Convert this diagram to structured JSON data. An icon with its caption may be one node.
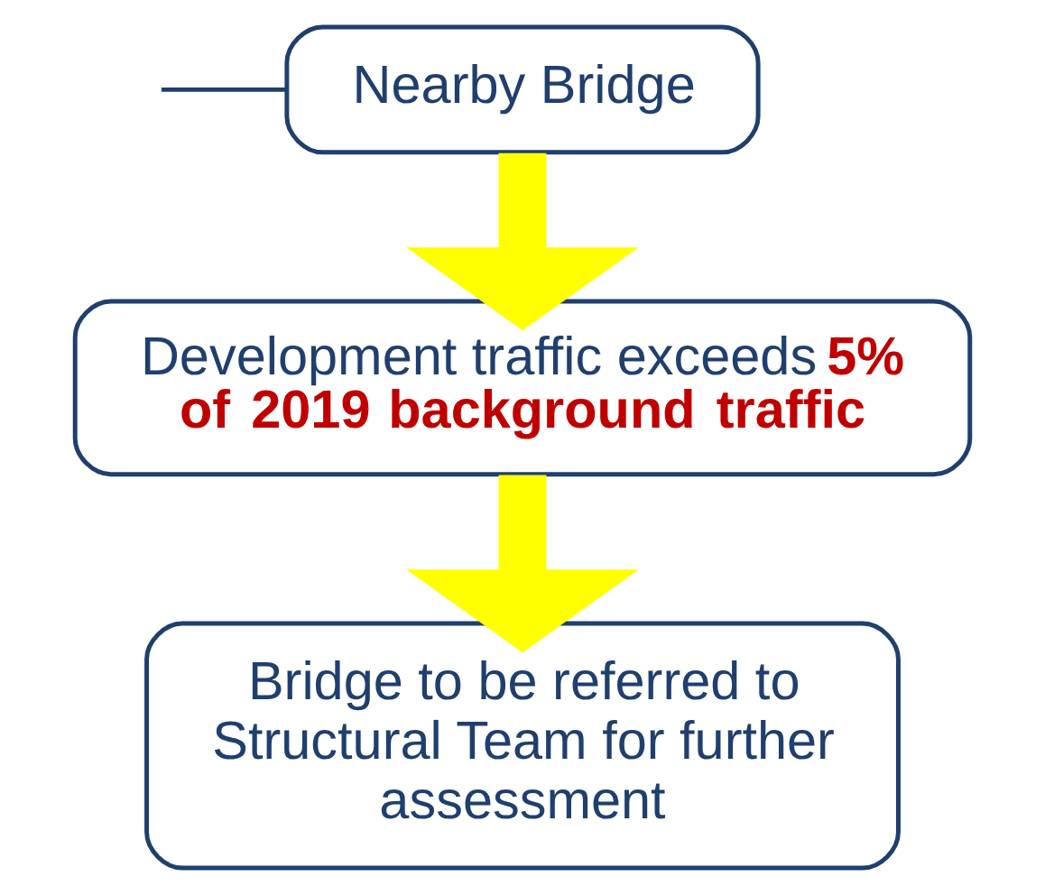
{
  "diagram": {
    "nodes": [
      {
        "text": [
          "Nearby Bridge"
        ]
      },
      {
        "text": [
          "Development traffic exceeds **5% of 2019 background traffic**"
        ]
      },
      {
        "text": [
          "Bridge to be referred to Structural Team for further assessment"
        ]
      }
    ],
    "edges": [
      {
        "from": null,
        "to": 0,
        "arrow": "none",
        "color": "#1f3f6e"
      },
      {
        "from": 0,
        "to": 1,
        "arrow": "to"
      },
      {
        "from": 1,
        "to": 2,
        "arrow": "to"
      }
    ]
  }
}
